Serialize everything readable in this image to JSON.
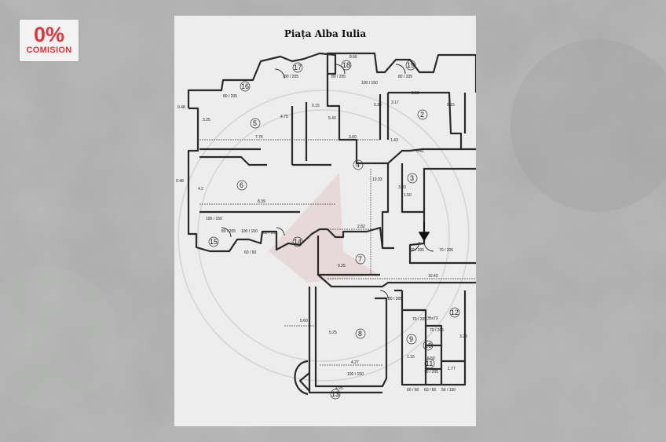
{
  "badge": {
    "percent": "0%",
    "label": "COMISION"
  },
  "plan": {
    "title": "Piața Alba Iulia",
    "rooms": [
      "2",
      "3",
      "4",
      "5",
      "6",
      "7",
      "8",
      "9",
      "10",
      "11",
      "12",
      "13",
      "14",
      "15",
      "16",
      "17",
      "18",
      "19"
    ],
    "dimensions": [
      "8.66",
      "3.19",
      "0.35",
      "3.17",
      "0.15",
      "4.75",
      "5.40",
      "0.15",
      "3.25",
      "7.76",
      "3.60",
      "3.41",
      "1.43",
      "4.2",
      "8.39",
      "2.82",
      "13.33",
      "1.50",
      "3.33",
      "0.48",
      "0.48",
      "10.43",
      "0.60",
      "5.25",
      "4.27",
      "4.95",
      "1.15",
      "1.77",
      "3.29",
      "35x73",
      "6.50",
      "0.25"
    ],
    "door_labels": [
      "80 / 205",
      "100 / 150",
      "60 / 60",
      "70 / 205",
      "50 / 150",
      "100 / 205"
    ],
    "colors": {
      "background": "#a9aaa9",
      "sheet": "#ededed",
      "badge_text": "#e5343c",
      "ink": "#222222"
    }
  }
}
